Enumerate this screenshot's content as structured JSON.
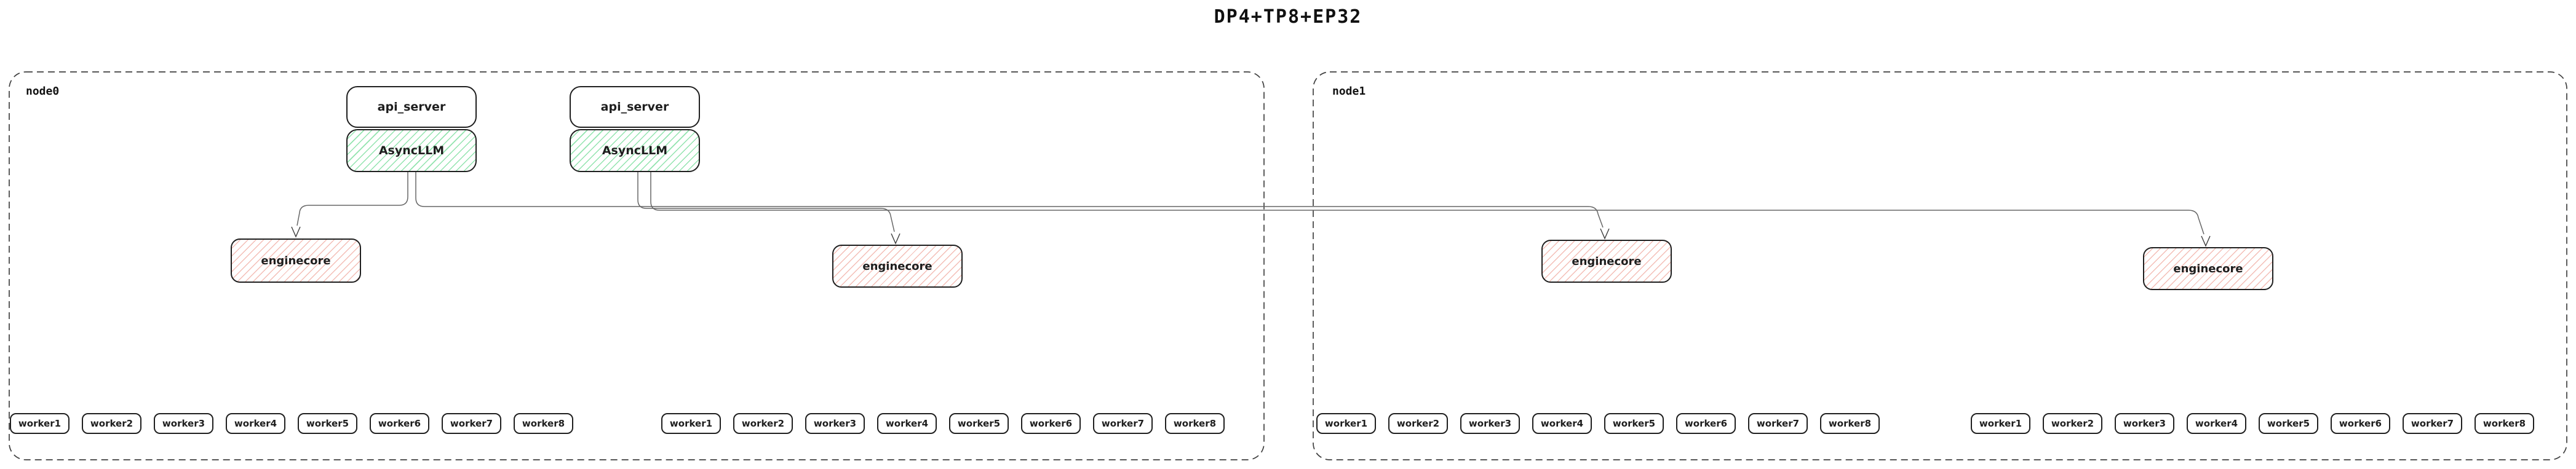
{
  "title": "DP4+TP8+EP32",
  "colors": {
    "box_border": "#1f1f1f",
    "asyncllm_hatch_green": "#8ce2aa",
    "enginecore_hatch_red": "#f3bab2",
    "edge_gray": "#666666",
    "node_border_dashed": "#3f3f3f"
  },
  "node0": {
    "label": "node0",
    "api_servers": [
      "api_server",
      "api_server"
    ],
    "asyncllms": [
      "AsyncLLM",
      "AsyncLLM"
    ],
    "enginecores": [
      "enginecore",
      "enginecore"
    ],
    "worker_groups": [
      [
        "worker1",
        "worker2",
        "worker3",
        "worker4",
        "worker5",
        "worker6",
        "worker7",
        "worker8"
      ],
      [
        "worker1",
        "worker2",
        "worker3",
        "worker4",
        "worker5",
        "worker6",
        "worker7",
        "worker8"
      ]
    ]
  },
  "node1": {
    "label": "node1",
    "enginecores": [
      "enginecore",
      "enginecore"
    ],
    "worker_groups": [
      [
        "worker1",
        "worker2",
        "worker3",
        "worker4",
        "worker5",
        "worker6",
        "worker7",
        "worker8"
      ],
      [
        "worker1",
        "worker2",
        "worker3",
        "worker4",
        "worker5",
        "worker6",
        "worker7",
        "worker8"
      ]
    ]
  }
}
